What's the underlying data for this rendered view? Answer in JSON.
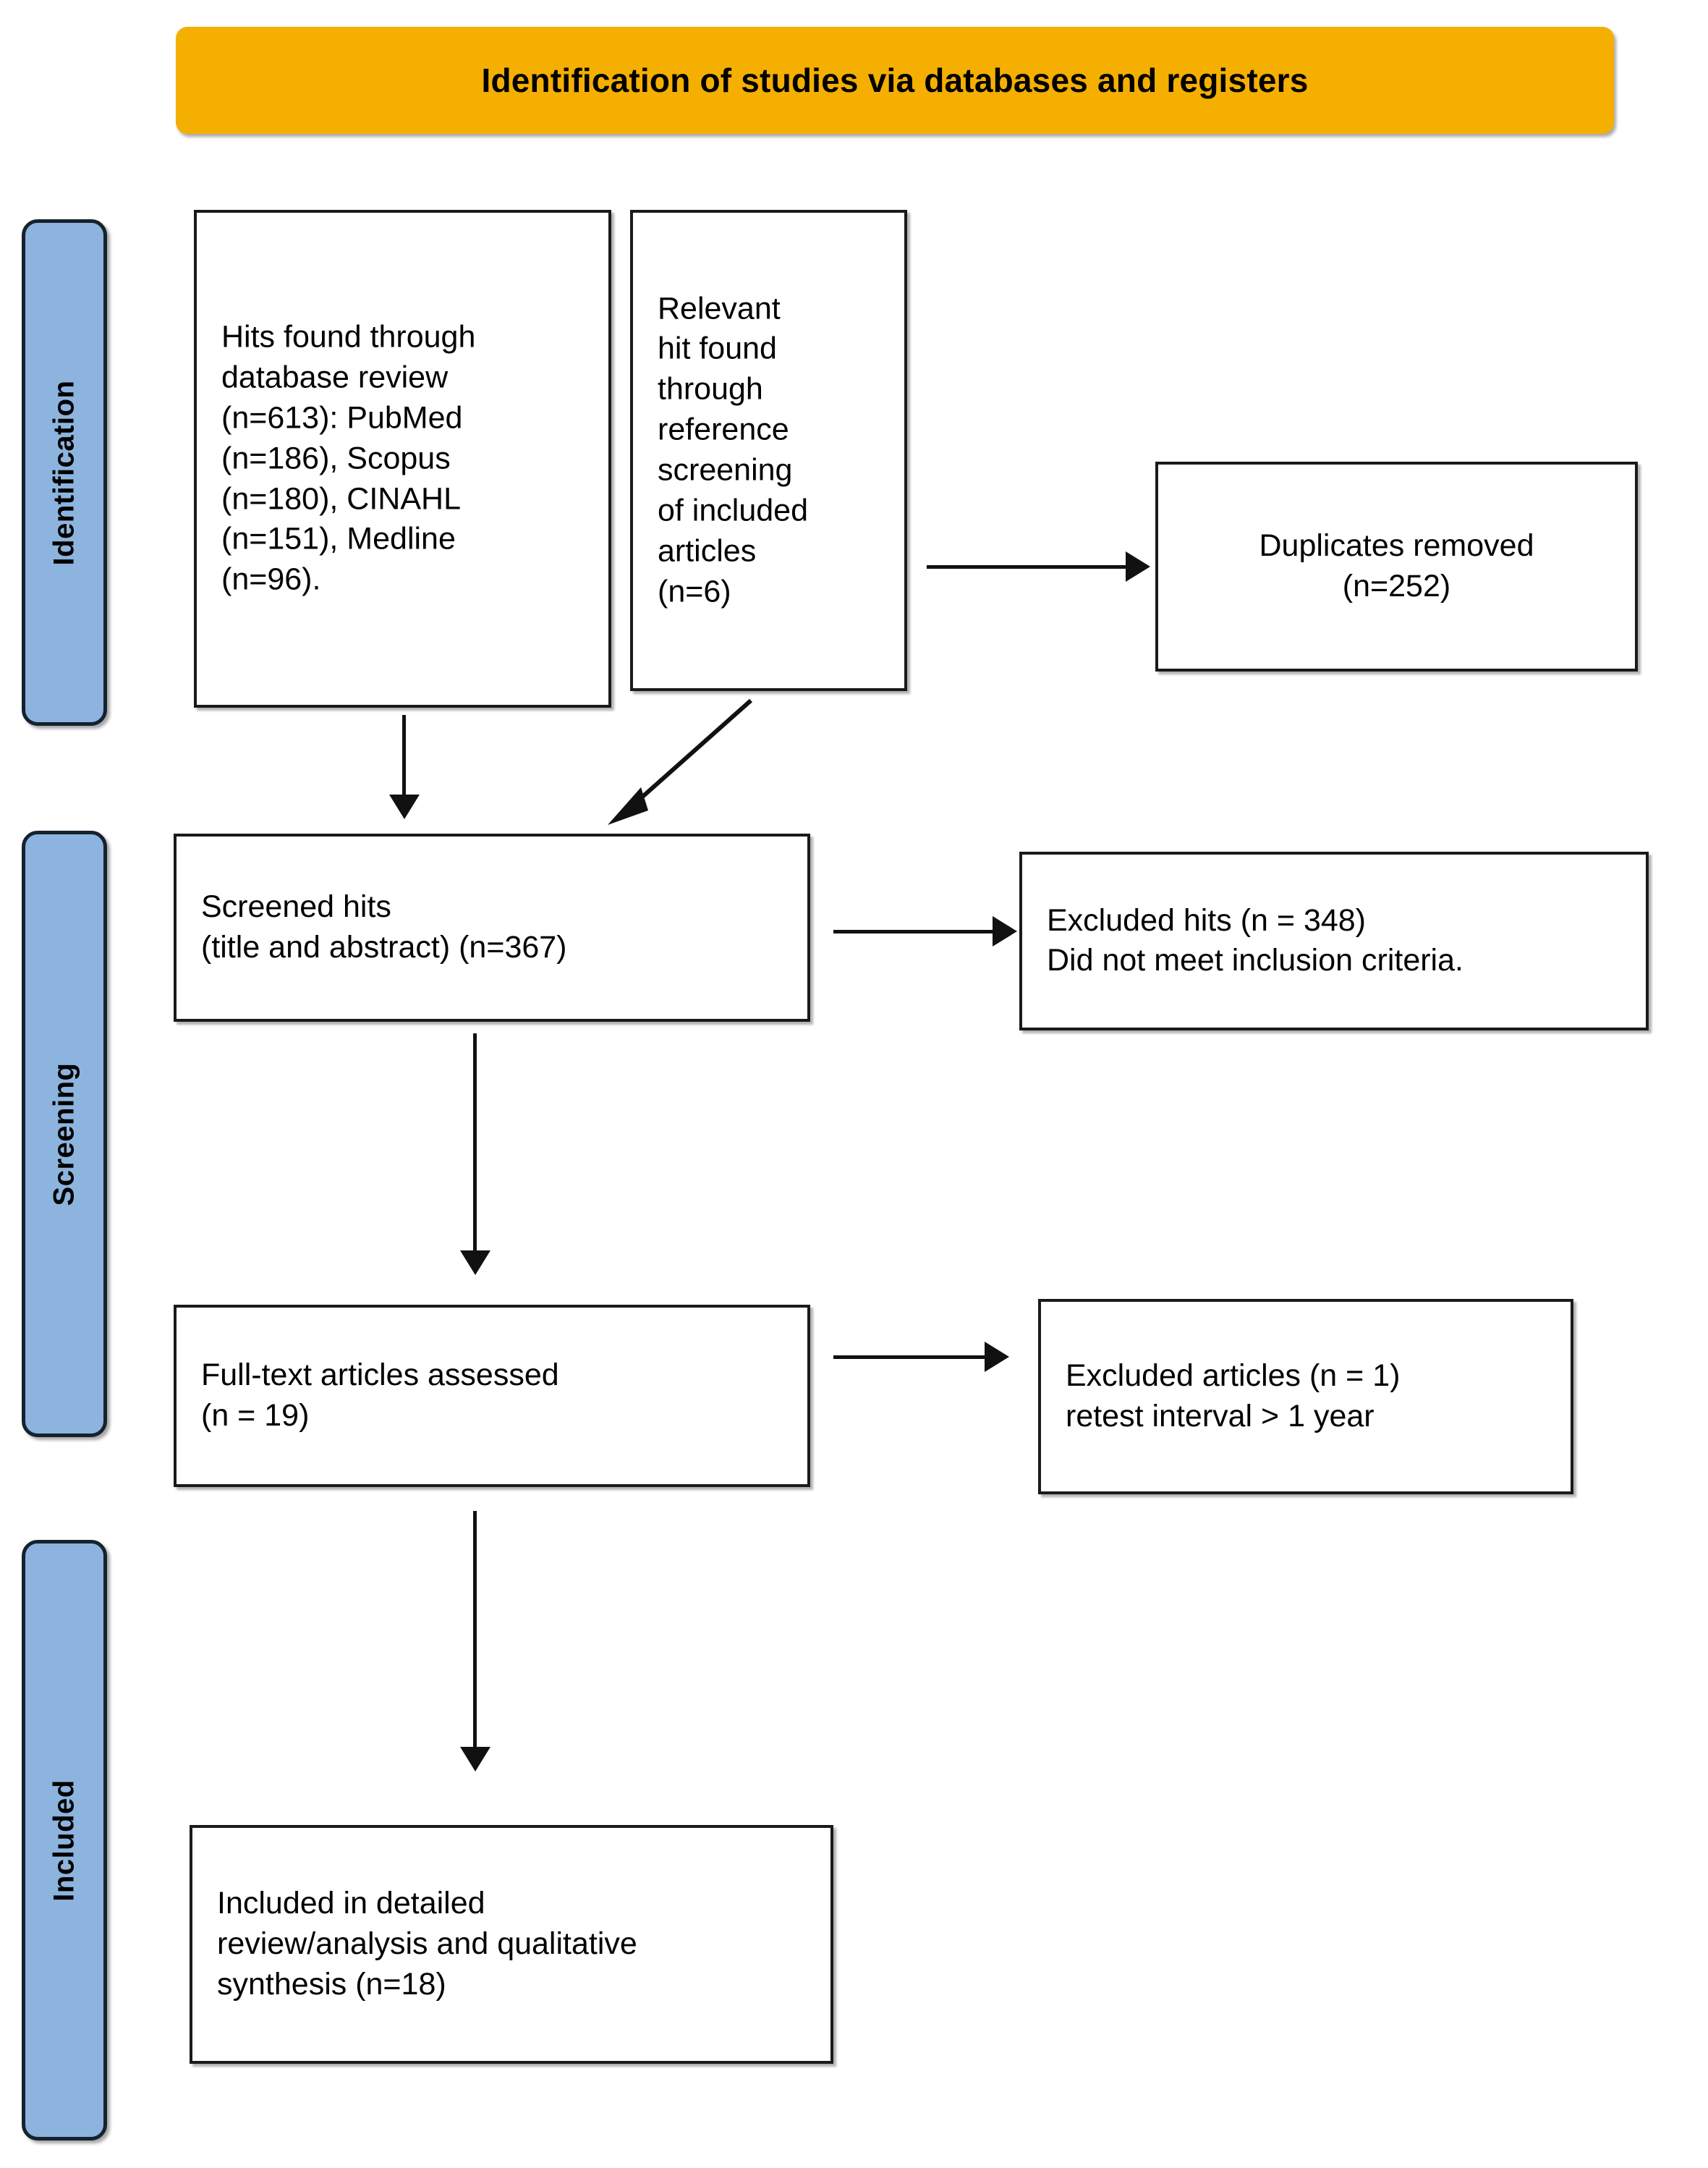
{
  "header": {
    "title": "Identification of studies via databases and registers",
    "background_color": "#F5AF00"
  },
  "stages": [
    {
      "id": "identification",
      "label": "Identification",
      "color": "#8CB4DE"
    },
    {
      "id": "screening",
      "label": "Screening",
      "color": "#8CB4DE"
    },
    {
      "id": "included",
      "label": "Included",
      "color": "#8CB4DE"
    }
  ],
  "boxes": {
    "database_hits": {
      "text": "Hits found through\ndatabase review\n(n=613): PubMed\n(n=186), Scopus\n(n=180), CINAHL\n(n=151), Medline\n(n=96)."
    },
    "reference_hits": {
      "text": "Relevant\nhit found\nthrough\nreference\nscreening\nof included\narticles\n(n=6)"
    },
    "duplicates_removed": {
      "text": "Duplicates removed\n(n=252)"
    },
    "screened_hits": {
      "text": "Screened hits\n (title and abstract) (n=367)"
    },
    "excluded_hits": {
      "text": "Excluded hits (n = 348)\nDid not meet inclusion criteria."
    },
    "fulltext_assessed": {
      "text": "Full-text articles assessed\n(n = 19)"
    },
    "excluded_articles": {
      "text": "Excluded articles (n = 1)\nretest interval > 1 year"
    },
    "included_synthesis": {
      "text": "Included in detailed\nreview/analysis and qualitative\nsynthesis (n=18)"
    }
  },
  "chart_data": {
    "type": "diagram",
    "title": "Identification of studies via databases and registers",
    "stages": [
      "Identification",
      "Screening",
      "Included"
    ],
    "nodes": [
      {
        "id": "database_hits",
        "stage": "Identification",
        "label": "Hits found through database review",
        "n": 613,
        "breakdown": [
          {
            "source": "PubMed",
            "n": 186
          },
          {
            "source": "Scopus",
            "n": 180
          },
          {
            "source": "CINAHL",
            "n": 151
          },
          {
            "source": "Medline",
            "n": 96
          }
        ]
      },
      {
        "id": "reference_hits",
        "stage": "Identification",
        "label": "Relevant hit found through reference screening of included articles",
        "n": 6
      },
      {
        "id": "duplicates_removed",
        "stage": "Identification",
        "label": "Duplicates removed",
        "n": 252
      },
      {
        "id": "screened_hits",
        "stage": "Screening",
        "label": "Screened hits (title and abstract)",
        "n": 367
      },
      {
        "id": "excluded_hits",
        "stage": "Screening",
        "label": "Excluded hits - Did not meet inclusion criteria.",
        "n": 348
      },
      {
        "id": "fulltext_assessed",
        "stage": "Screening",
        "label": "Full-text articles assessed",
        "n": 19
      },
      {
        "id": "excluded_articles",
        "stage": "Screening",
        "label": "Excluded articles - retest interval > 1 year",
        "n": 1
      },
      {
        "id": "included_synthesis",
        "stage": "Included",
        "label": "Included in detailed review/analysis and qualitative synthesis",
        "n": 18
      }
    ],
    "edges": [
      {
        "from": "database_hits",
        "to": "screened_hits",
        "direction": "down"
      },
      {
        "from": "reference_hits",
        "to": "screened_hits",
        "direction": "diagonal-down-left"
      },
      {
        "from": "reference_hits",
        "to": "duplicates_removed",
        "direction": "right"
      },
      {
        "from": "screened_hits",
        "to": "excluded_hits",
        "direction": "right"
      },
      {
        "from": "screened_hits",
        "to": "fulltext_assessed",
        "direction": "down"
      },
      {
        "from": "fulltext_assessed",
        "to": "excluded_articles",
        "direction": "right"
      },
      {
        "from": "fulltext_assessed",
        "to": "included_synthesis",
        "direction": "down"
      }
    ]
  }
}
